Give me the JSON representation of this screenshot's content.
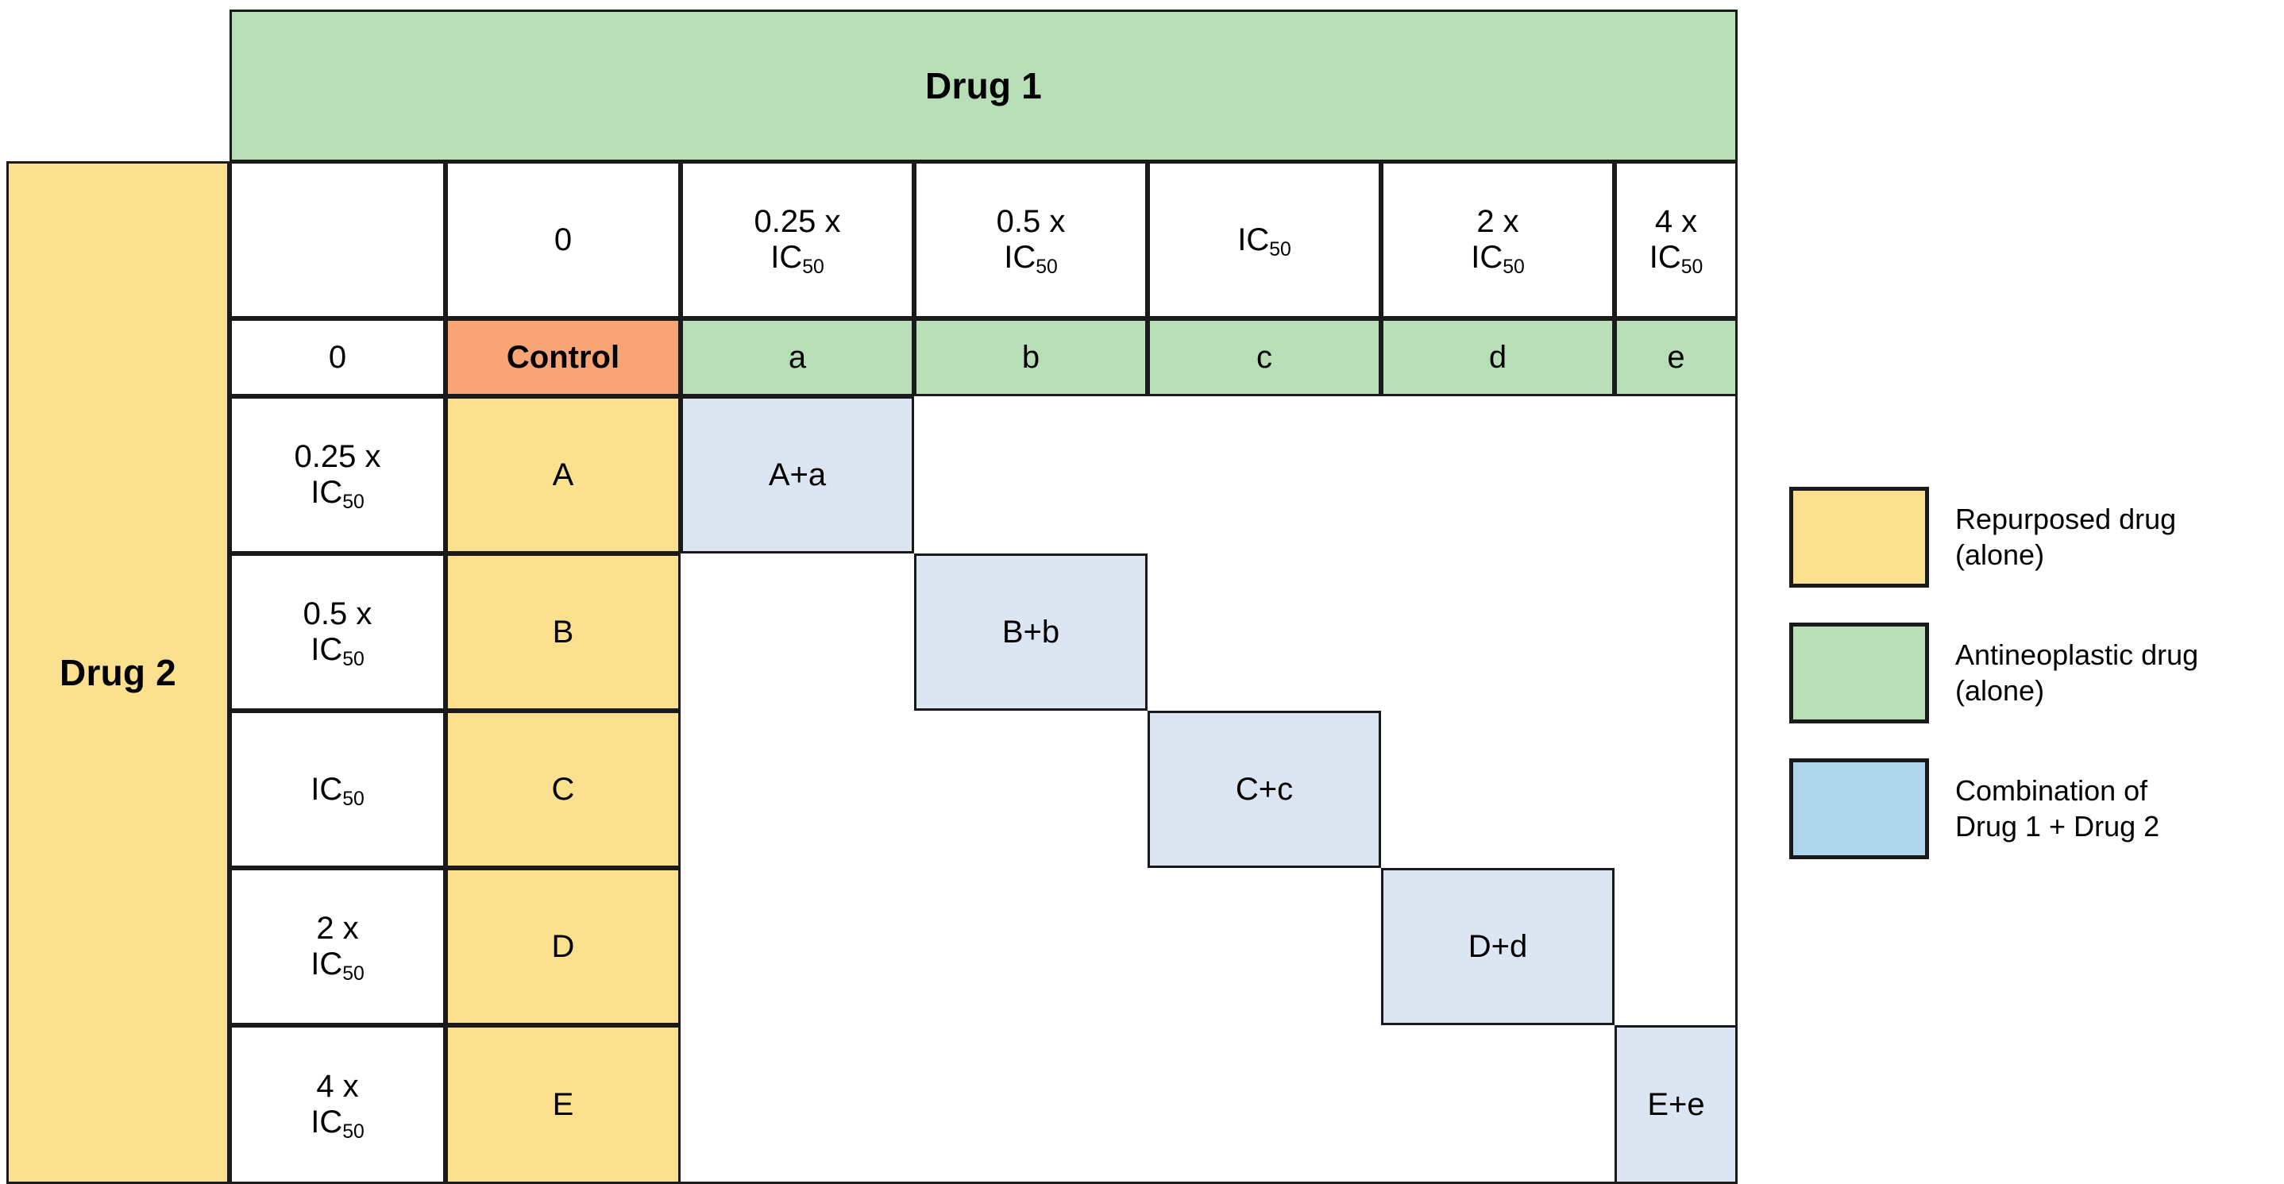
{
  "figure": {
    "title_top": "Drug 1",
    "title_left": "Drug 2"
  },
  "matrix": {
    "column_header_corner": "",
    "drug1_doses": [
      {
        "pre": "",
        "main": "0",
        "sub": ""
      },
      {
        "pre": "0.25 x",
        "main": "IC",
        "sub": "50"
      },
      {
        "pre": "0.5 x",
        "main": "IC",
        "sub": "50"
      },
      {
        "pre": "",
        "main": "IC",
        "sub": "50"
      },
      {
        "pre": "2 x",
        "main": "IC",
        "sub": "50"
      },
      {
        "pre": "4 x",
        "main": "IC",
        "sub": "50"
      }
    ],
    "drug2_doses": [
      {
        "pre": "",
        "main": "0",
        "sub": ""
      },
      {
        "pre": "0.25 x",
        "main": "IC",
        "sub": "50"
      },
      {
        "pre": "0.5 x",
        "main": "IC",
        "sub": "50"
      },
      {
        "pre": "",
        "main": "IC",
        "sub": "50"
      },
      {
        "pre": "2 x",
        "main": "IC",
        "sub": "50"
      },
      {
        "pre": "4 x",
        "main": "IC",
        "sub": "50"
      }
    ],
    "control_label": "Control",
    "drug1_alone_labels": [
      "a",
      "b",
      "c",
      "d",
      "e"
    ],
    "drug2_alone_labels": [
      "A",
      "B",
      "C",
      "D",
      "E"
    ],
    "combination_labels": [
      "A+a",
      "B+b",
      "C+c",
      "D+d",
      "E+e"
    ]
  },
  "legend": {
    "items": [
      {
        "swatch": "yellow",
        "label": "Repurposed drug (alone)",
        "color": "#FBE08D"
      },
      {
        "swatch": "green",
        "label": "Antineoplastic drug (alone)",
        "color": "#B8DEB8"
      },
      {
        "swatch": "blue",
        "label": "Combination of Drug 1 + Drug 2",
        "color": "#AFD5ED"
      }
    ]
  },
  "colors": {
    "repurposed_yellow": "#FBE08D",
    "antineoplastic_green": "#B8DEB8",
    "combination_blue": "#DCE6F2",
    "legend_blue": "#AFD5ED",
    "control_orange": "#F8A474",
    "border": "#1a1a1a",
    "background": "#FFFFFF"
  }
}
